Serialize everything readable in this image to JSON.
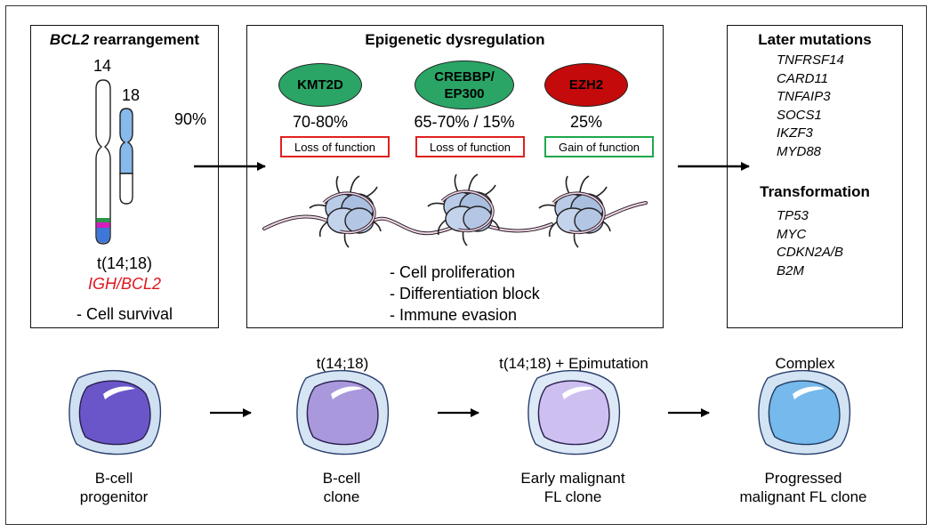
{
  "colors": {
    "green": "#2aa566",
    "red": "#c40a0a",
    "loss_box": "#e02020",
    "gain_box": "#1fa84a",
    "igh_red": "#e0151b",
    "chrom18_blue": "#86b9ec",
    "band_green": "#2a9a4a",
    "band_magenta": "#d81bbd",
    "band_blue": "#3d77d8"
  },
  "bcl2": {
    "title_gene": "BCL2",
    "title_rest": " rearrangement",
    "chrom14_label": "14",
    "chrom18_label": "18",
    "translocation": "t(14;18)",
    "fusion": "IGH/BCL2",
    "effect": "- Cell survival"
  },
  "percent_90": "90%",
  "epigenetic": {
    "title": "Epigenetic dysregulation",
    "genes": [
      {
        "name": "KMT2D",
        "freq": "70-80%",
        "effect": "Loss of function"
      },
      {
        "name": "CREBBP/\nEP300",
        "freq": "65-70% / 15%",
        "effect": "Loss of function"
      },
      {
        "name": "EZH2",
        "freq": "25%",
        "effect": "Gain of function"
      }
    ],
    "outcomes": [
      "- Cell proliferation",
      "- Differentiation block",
      "- Immune evasion"
    ]
  },
  "later": {
    "title": "Later mutations",
    "genes": [
      "TNFRSF14",
      "CARD11",
      "TNFAIP3",
      "SOCS1",
      "IKZF3",
      "MYD88"
    ],
    "transform_title": "Transformation",
    "transform_genes": [
      "TP53",
      "MYC",
      "CDKN2A/B",
      "B2M"
    ]
  },
  "stages": [
    {
      "top": "",
      "caption": "B-cell\nprogenitor",
      "fill": "#6a56c9",
      "outer": "#cfe0f2"
    },
    {
      "top": "t(14;18)",
      "caption": "B-cell\nclone",
      "fill": "#a998dc",
      "outer": "#d6e5f4"
    },
    {
      "top": "t(14;18) + Epimutation",
      "caption": "Early malignant\nFL clone",
      "fill": "#cdbff0",
      "outer": "#dde9f6"
    },
    {
      "top": "Complex",
      "caption": "Progressed\nmalignant FL clone",
      "fill": "#76b9ec",
      "outer": "#d2e3f3"
    }
  ],
  "icons": {
    "nucleosome": "nucleosome-icon",
    "chromosome": "chromosome-icon",
    "cell": "cell-icon",
    "arrow": "arrow-right-icon"
  }
}
